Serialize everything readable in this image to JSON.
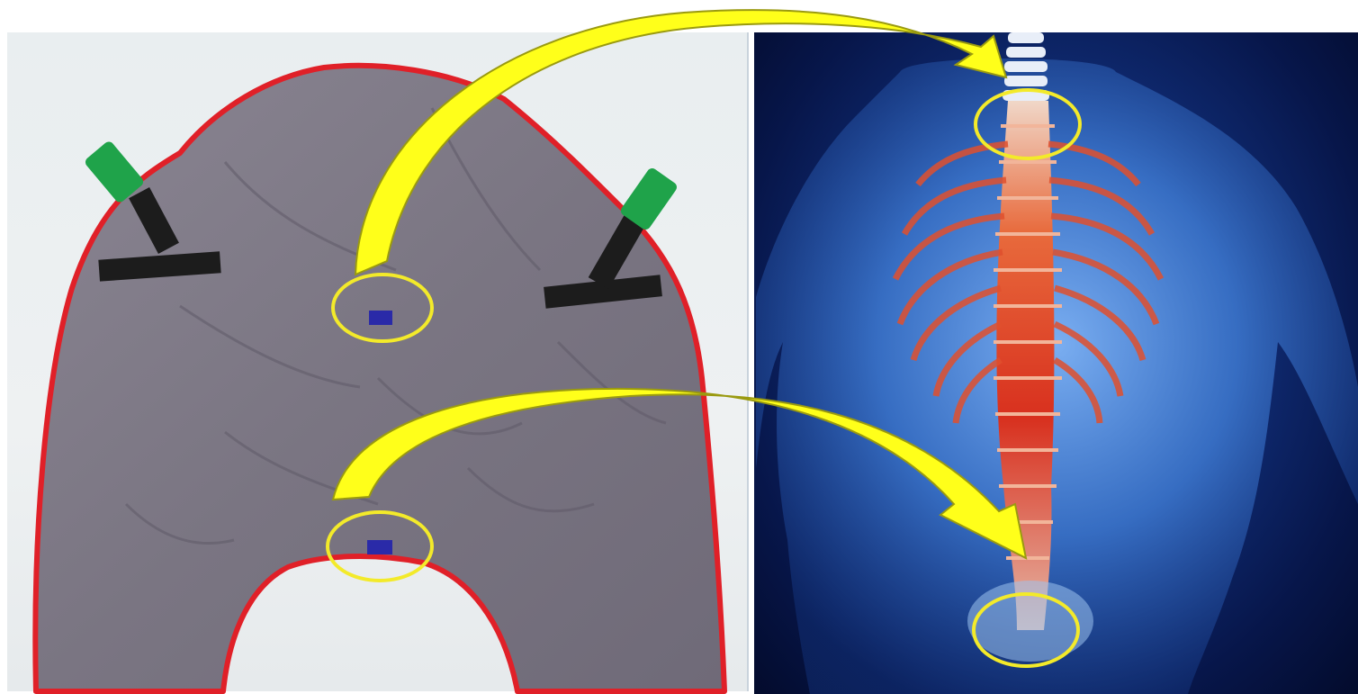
{
  "scene": {
    "left_panel": "sling-photo",
    "right_panel": "spine-illustration",
    "colors": {
      "sling_fabric": "#7f7a86",
      "sling_edge": "#e02028",
      "strap": "#1c1c1c",
      "clip": "#1fa34a",
      "marker": "#2a2aa8",
      "highlight": "#f3ea2a",
      "arrow": "#ffff1a",
      "body_glow": "#4f8fe0",
      "spine": "#e24a2a"
    },
    "annotations": [
      {
        "from": "upper-sling-marker",
        "to": "upper-spine-vertebrae"
      },
      {
        "from": "lower-sling-marker",
        "to": "lower-spine-sacrum"
      }
    ]
  }
}
